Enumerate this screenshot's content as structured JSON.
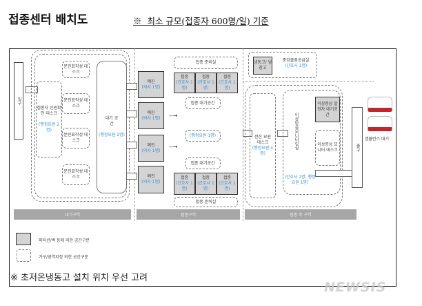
{
  "title": "접종센터 배치도",
  "subtitle": "※  최소 규모(접종자 600명/일) 기준",
  "entrance": "입구",
  "exit": "출구",
  "verification": {
    "label": "접종자 신원확인 데스크",
    "staff": "(행정요원 2명)"
  },
  "questionnaire_desk": "문진표작성 데스크",
  "waiting": {
    "label": "대기 공간",
    "staff": "(행정요원 2명)"
  },
  "prescreen": {
    "label": "예진",
    "staff": "(의사 1명)"
  },
  "vaccination": {
    "label": "접종",
    "staff": "(간호사 1명)"
  },
  "prep_room": "접종 준비실",
  "vacc_waiting": "접종 대기공간",
  "admin_one": "(행정요원 1명)",
  "freezer": "냉동고/ 냉장고",
  "supply": {
    "label": "중앙물품공급실",
    "staff": "(간호사 1명)"
  },
  "it_desk": {
    "label": "전산 요원 데스크",
    "staff": "(행정요원 4명)"
  },
  "monitor_room": {
    "label": "이상반응모니터링실",
    "staff": "(간호사 1명, 행정요원 1명)"
  },
  "symptom_wait": "이상증상 발현자 대기공간",
  "symptom_desk": "이상증상 모니터 데스크",
  "ambulance": "엠뷸런스 대기",
  "zones": [
    "대기구역",
    "접종구역",
    "접종 후 구역"
  ],
  "legend": [
    {
      "label": "파티션/벽 등에 의한 공간구분"
    },
    {
      "label": "가구/영역지정 의한 공간구분"
    }
  ],
  "footnote": "※ 초저온냉동고 설치 위치 우선 고려",
  "watermark": "NEWSIS",
  "colors": {
    "partition": "#d4d4d4",
    "staff_text": "#3a8fd0",
    "zone_bar": "#a6a6a6",
    "ambulance": "#c0262b"
  }
}
